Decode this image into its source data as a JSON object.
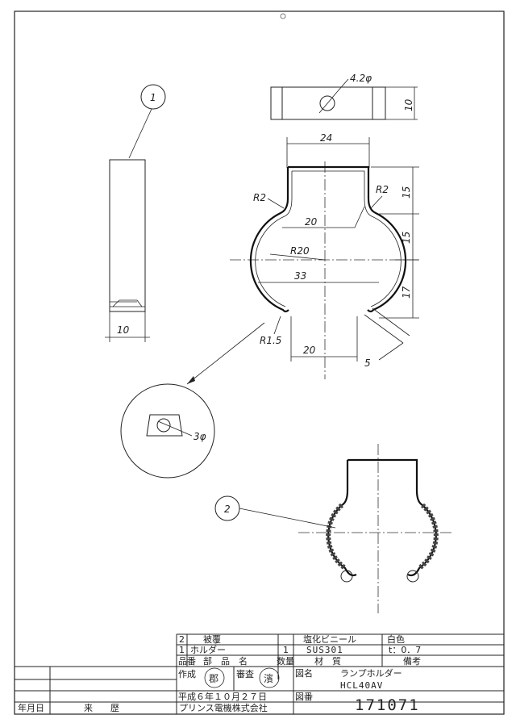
{
  "drawing": {
    "dims": {
      "hole": "4.2φ",
      "tab_height": "10",
      "top_width": "24",
      "upper_height": "15",
      "mid_height": "15",
      "lower_height": "17",
      "radius_left": "R2",
      "radius_right": "R2",
      "inner_width": "20",
      "arc_radius": "R20",
      "overall_width": "33",
      "tip_radius": "R1.5",
      "bottom_gap": "20",
      "lip": "5",
      "side_width": "10",
      "detail_hole": "3φ"
    },
    "balloons": {
      "b1": "1",
      "b2": "2"
    }
  },
  "title_block": {
    "parts": [
      {
        "no": "2",
        "name": "被覆",
        "qty": "",
        "material": "塩化ビニール",
        "remark": "白色"
      },
      {
        "no": "1",
        "name": "ホルダー",
        "qty": "1",
        "material": "SUS301",
        "remark": "t：0．7"
      }
    ],
    "headers": {
      "no": "品番",
      "name": "部　品　名",
      "qty": "数量",
      "material": "材　質",
      "remark": "備考"
    },
    "made_label": "作成",
    "checked_label": "審査",
    "made_stamp": "郡",
    "checked_stamp": "濱",
    "name_label": "図名",
    "drawing_name": "ランプホルダー",
    "model": "HCL40AV",
    "date": "平成６年１０月２７日",
    "number_label": "図番",
    "drawing_number": "171071",
    "company": "プリンス電機株式会社",
    "revision_date": "年月日",
    "revision_history": "来　　歴"
  }
}
